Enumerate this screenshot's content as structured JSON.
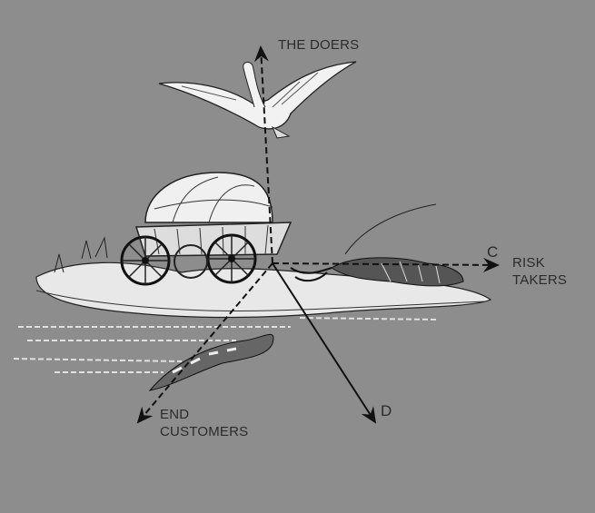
{
  "labels": {
    "up": "THE DOERS",
    "right_letter": "C",
    "right_line1": "RISK",
    "right_line2": "TAKERS",
    "down_letter": "D",
    "downleft_line1": "END",
    "downleft_line2": "CUSTOMERS"
  },
  "colors": {
    "background": "#8d8d8d",
    "ink": "#111111",
    "label": "#2b2b2b"
  }
}
